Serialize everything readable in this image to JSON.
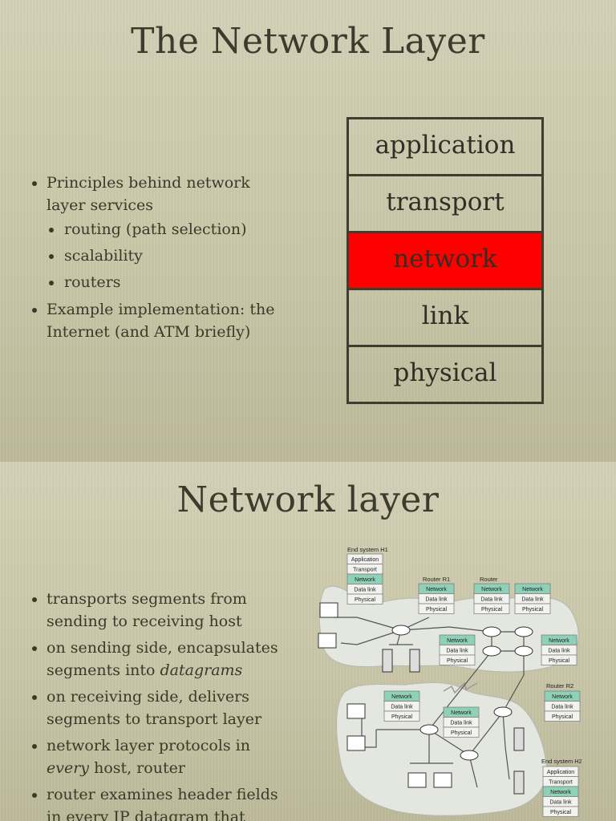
{
  "slide1": {
    "title": "The Network Layer",
    "bullets": [
      {
        "text": "Principles behind network",
        "level": 0
      },
      {
        "text": "layer services",
        "level": 0,
        "continuation": true
      },
      {
        "text": "routing (path selection)",
        "level": 1
      },
      {
        "text": "scalability",
        "level": 1
      },
      {
        "text": "routers",
        "level": 1
      },
      {
        "text": "Example implementation: the",
        "level": 0
      },
      {
        "text": "Internet (and ATM briefly)",
        "level": 0,
        "continuation": true
      }
    ],
    "stack": {
      "layers": [
        "application",
        "transport",
        "network",
        "link",
        "physical"
      ],
      "highlighted": "network",
      "highlight_color": "#ff0000",
      "border_color": "#3d3d30"
    }
  },
  "slide2": {
    "title": "Network layer",
    "bullets": [
      {
        "line1": "transports segments from",
        "line2": "sending to receiving host"
      },
      {
        "line1": "on sending side, encapsulates",
        "line2_pre": "segments into ",
        "line2_em": "datagrams"
      },
      {
        "line1": "on receiving side, delivers",
        "line2": "segments to transport layer"
      },
      {
        "line1": "network layer protocols in",
        "line2_em": "every",
        "line2_post": " host, router"
      },
      {
        "line1": "router examines header fields",
        "line2": "in every IP datagram that"
      }
    ],
    "diagram": {
      "end_system_h1": "End system H1",
      "router_r1": "Router R1",
      "router": "Router",
      "router_r2": "Router R2",
      "end_system_h2": "End system H2",
      "application": "Application",
      "transport": "Transport",
      "network": "Network",
      "data_link": "Data link",
      "physical": "Physical",
      "network_color": "#8fd0b8"
    }
  }
}
